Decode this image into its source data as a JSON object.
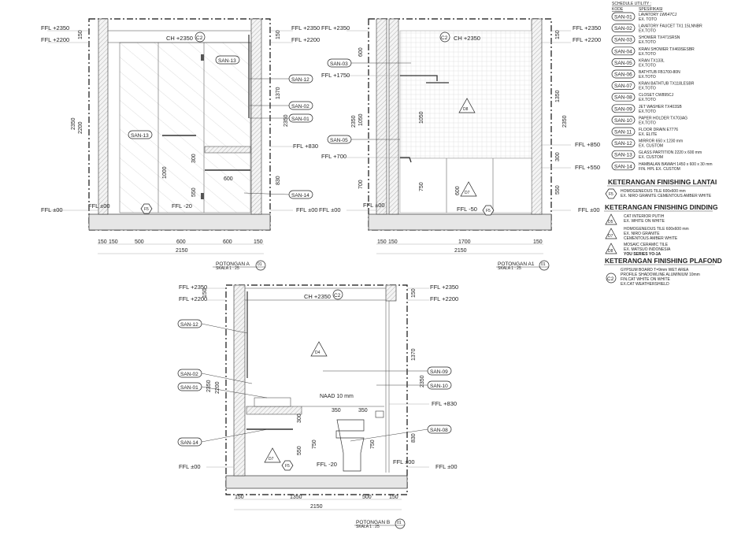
{
  "levels": {
    "p2350": "FFL +2350",
    "p2200": "FFL +2200",
    "p1750": "FFL +1750",
    "p850": "FFL +850",
    "p830": "FFL +830",
    "p700": "FFL +700",
    "p550": "FFL +550",
    "zero": "FFL ±00",
    "m20": "FFL -20",
    "m50": "FFL -50",
    "ceiling": "CH +2350"
  },
  "section_a": {
    "title": "POTONGAN A",
    "number": "01",
    "scale": "SKALA 1 : 25",
    "tags": [
      "SAN-13",
      "SAN-13",
      "SAN-12",
      "SAN-02",
      "SAN-01",
      "SAN-14"
    ],
    "finishes": {
      "ceiling": "C2",
      "floor": "F5"
    },
    "dims_bottom": [
      "150",
      "150",
      "500",
      "600",
      "600",
      "150",
      "2150"
    ],
    "dims_left": [
      "150",
      "2350",
      "2200"
    ],
    "dims_right": [
      "150",
      "1370",
      "2350",
      "830"
    ],
    "dims_inner": [
      "300",
      "1000",
      "550",
      "600"
    ]
  },
  "section_a1": {
    "title": "POTONGAN A1",
    "number": "01",
    "scale": "SKALA 1 : 25",
    "tags": [
      "SAN-03",
      "SAN-05"
    ],
    "finishes": {
      "ceiling": "C2",
      "floor": "F5",
      "wall_upper": "D8",
      "wall_lower": "D7"
    },
    "dims_bottom": [
      "150",
      "150",
      "1700",
      "150",
      "2150"
    ],
    "dims_left": [
      "600",
      "2350",
      "1050",
      "700"
    ],
    "dims_right": [
      "150",
      "1350",
      "2350",
      "300",
      "550"
    ],
    "dims_inner": [
      "1050",
      "750",
      "600"
    ]
  },
  "section_b": {
    "title": "POTONGAN B",
    "number": "01",
    "scale": "SKALA 1 : 25",
    "tags": [
      "SAN-12",
      "SAN-02",
      "SAN-01",
      "SAN-14",
      "SAN-09",
      "SAN-10",
      "SAN-08"
    ],
    "finishes": {
      "ceiling": "C2",
      "floor": "F5",
      "wall_upper": "D4",
      "wall_lower": "D7"
    },
    "note": "NAAD 10 mm",
    "dims_bottom": [
      "150",
      "1350",
      "500",
      "150",
      "2150"
    ],
    "dims_left": [
      "150",
      "2350",
      "2200"
    ],
    "dims_right": [
      "150",
      "1370",
      "2350",
      "830"
    ],
    "dims_inner": [
      "350",
      "350",
      "300",
      "550",
      "750",
      "750"
    ]
  },
  "schedule": {
    "title": "SCHEDULE UTILITY :",
    "col_code": "KODE",
    "col_spec": "SPESIFIKASI",
    "items": [
      {
        "code": "SAN-01",
        "spec": "LAVATORY LW647CJ",
        "brand": "EX. TOTO"
      },
      {
        "code": "SAN-02",
        "spec": "LAVATORY FAUCET TX1 15LNNBR",
        "brand": "EX.TOTO"
      },
      {
        "code": "SAN-03",
        "spec": "SHOWER TX471SRSN",
        "brand": "EX.TOTO"
      },
      {
        "code": "SAN-04",
        "spec": "KRAN SHOWER TX469SESBR",
        "brand": "EX.TOTO"
      },
      {
        "code": "SAN-05",
        "spec": "KRAN TX133L",
        "brand": "EX.TOTO"
      },
      {
        "code": "SAN-06",
        "spec": "BATHTUB FB1700-80N",
        "brand": "EX.TOTO"
      },
      {
        "code": "SAN-07",
        "spec": "KRAN BATHTUB TX118LESBR",
        "brand": "EX.TOTO"
      },
      {
        "code": "SAN-08",
        "spec": "CLOSET CW895CJ",
        "brand": "EX.TOTO"
      },
      {
        "code": "SAN-09",
        "spec": "JET WASHER TX403SB",
        "brand": "EX.TOTO"
      },
      {
        "code": "SAN-10",
        "spec": "PAPER HOLDER TX703AG",
        "brand": "EX.TOTO"
      },
      {
        "code": "SAN-11",
        "spec": "FLOOR DRAIN E7776",
        "brand": "EX. ELITE"
      },
      {
        "code": "SAN-12",
        "spec": "MIRROR 650 x 1230 mm",
        "brand": "EX. CUSTOM"
      },
      {
        "code": "SAN-13",
        "spec": "GLASS PARTITION 2220 x 600 mm",
        "brand": "EX. CUSTOM"
      },
      {
        "code": "SAN-14",
        "spec": "HAMBALAN BAWAH 1450 x 600 x 30 mm",
        "brand": "FIN. HPL EX. CUSTOM"
      }
    ]
  },
  "legend_floor": {
    "title": "KETERANGAN FINISHING LANTAI",
    "items": [
      {
        "code": "F5",
        "lines": [
          "HOMOGENEOUS TILE 600x600 mm",
          "EX. NIRO GRANITE CEMENTOUS AMBER WHITE"
        ]
      }
    ]
  },
  "legend_wall": {
    "title": "KETERANGAN FINISHING DINDING",
    "items": [
      {
        "code": "D5",
        "lines": [
          "CAT INTERIOR PUTIH",
          "EX. WHITE ON WHITE"
        ]
      },
      {
        "code": "D7",
        "lines": [
          "HOMOGENEOUS TILE 600x600 mm",
          "EX. NIRO GRANITE",
          "CEMENTOUS AMBER WHITE"
        ]
      },
      {
        "code": "D8",
        "lines": [
          "MOSAIC CERAMIC TILE",
          "EX. MATSUO INDONESIA",
          "YOU SERIES YO-1A"
        ]
      }
    ]
  },
  "legend_ceiling": {
    "title": "KETERANGAN FINISHING PLAFOND",
    "items": [
      {
        "code": "C2",
        "lines": [
          "GYPSUM BOARD T=9mm WET AREA",
          "PROFILE SHADOWLINE ALUMINIUM 10mm",
          "FIN.CAT WHITE ON WHITE",
          "EX.CAT WEATHERSHIELD"
        ]
      }
    ]
  }
}
